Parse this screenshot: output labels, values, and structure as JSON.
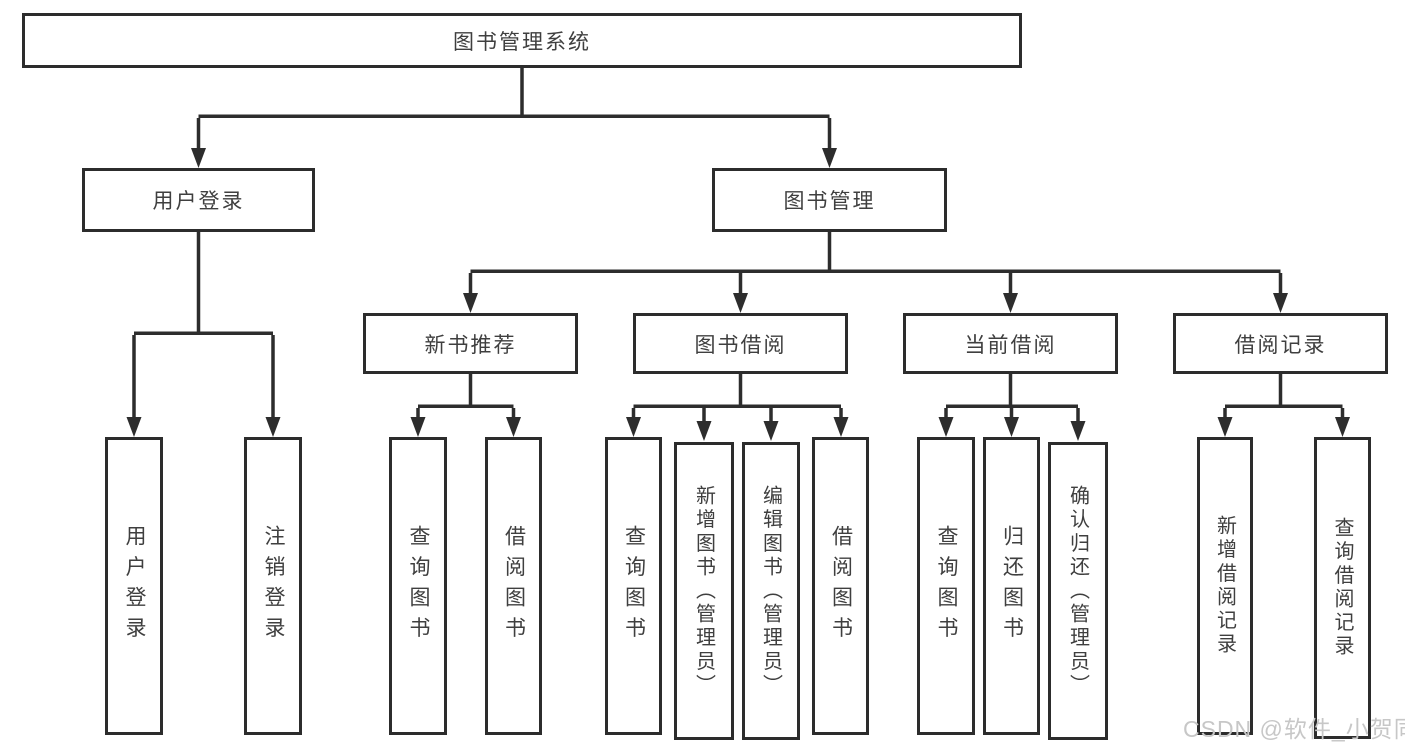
{
  "tree": {
    "root": "图书管理系统",
    "user_login": {
      "label": "用户登录",
      "children": [
        "用户登录",
        "注销登录"
      ]
    },
    "book_mgmt": {
      "label": "图书管理",
      "sections": [
        {
          "label": "新书推荐",
          "children": [
            "查询图书",
            "借阅图书"
          ]
        },
        {
          "label": "图书借阅",
          "children": [
            "查询图书",
            "新增图书（管理员）",
            "编辑图书（管理员）",
            "借阅图书"
          ]
        },
        {
          "label": "当前借阅",
          "children": [
            "查询图书",
            "归还图书",
            "确认归还（管理员）"
          ]
        },
        {
          "label": "借阅记录",
          "children": [
            "新增借阅记录",
            "查询借阅记录"
          ]
        }
      ]
    }
  },
  "watermark": "CSDN @软件_小贺同学",
  "colors": {
    "line": "#2d2d2d",
    "box_border": "#2c2c2c",
    "text": "#3f3f3f",
    "watermark": "#c7c7c7",
    "background": "#ffffff"
  }
}
